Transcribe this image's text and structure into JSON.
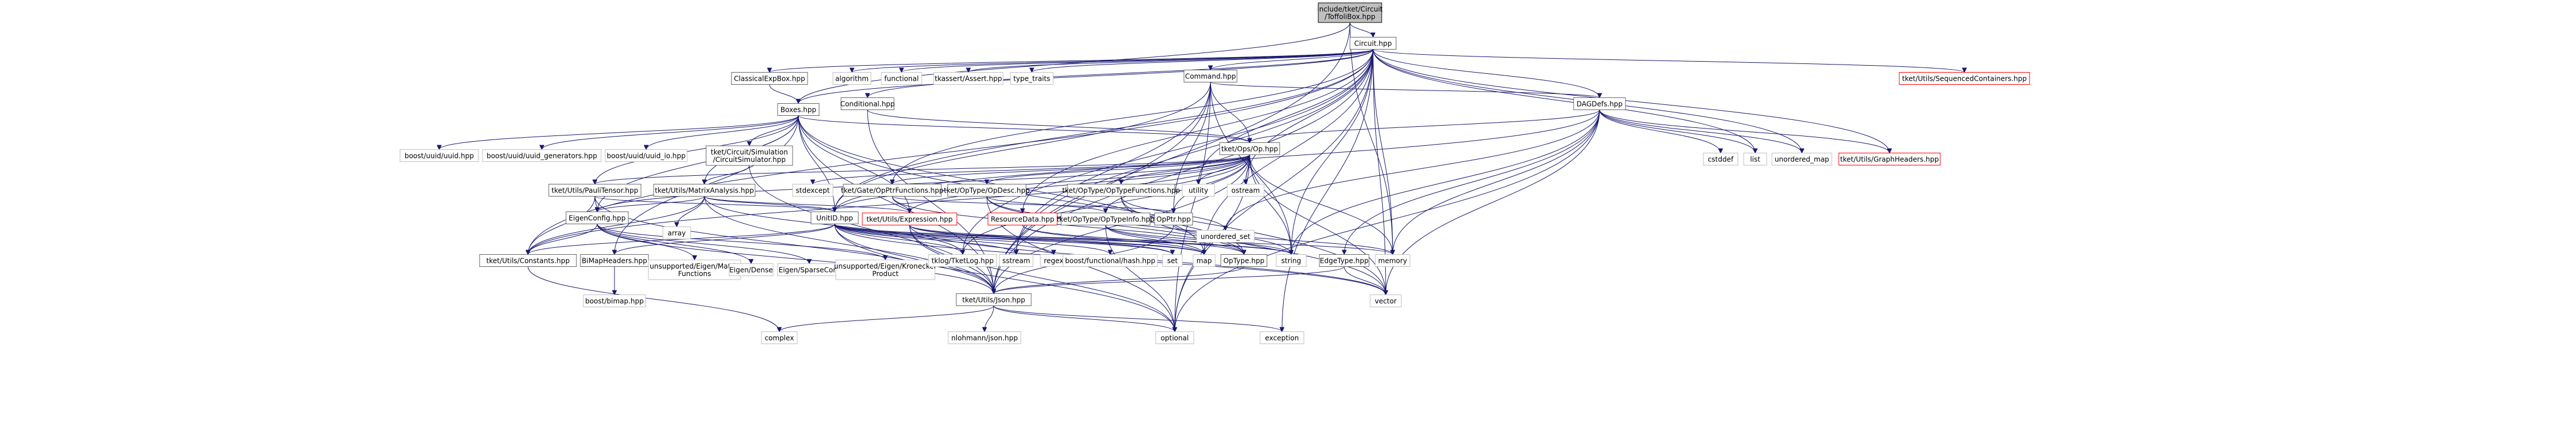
{
  "graph": {
    "nodes": [
      {
        "id": "root",
        "lines": [
          "include/tket/Circuit",
          "/ToffoliBox.hpp"
        ],
        "kind": "root"
      },
      {
        "id": "circuit",
        "lines": [
          "Circuit.hpp"
        ],
        "kind": "linked"
      },
      {
        "id": "classicalexpbox",
        "lines": [
          "ClassicalExpBox.hpp"
        ],
        "kind": "linked"
      },
      {
        "id": "algorithm",
        "lines": [
          "algorithm"
        ],
        "kind": "ext"
      },
      {
        "id": "functional",
        "lines": [
          "functional"
        ],
        "kind": "ext"
      },
      {
        "id": "tkassert",
        "lines": [
          "tkassert/Assert.hpp"
        ],
        "kind": "ext"
      },
      {
        "id": "typetraits",
        "lines": [
          "type_traits"
        ],
        "kind": "ext"
      },
      {
        "id": "command",
        "lines": [
          "Command.hpp"
        ],
        "kind": "linked"
      },
      {
        "id": "seqcontainers",
        "lines": [
          "tket/Utils/SequencedContainers.hpp"
        ],
        "kind": "red"
      },
      {
        "id": "boxes",
        "lines": [
          "Boxes.hpp"
        ],
        "kind": "linked"
      },
      {
        "id": "conditional",
        "lines": [
          "Conditional.hpp"
        ],
        "kind": "linked"
      },
      {
        "id": "dagdefs",
        "lines": [
          "DAGDefs.hpp"
        ],
        "kind": "linked"
      },
      {
        "id": "uuid",
        "lines": [
          "boost/uuid/uuid.hpp"
        ],
        "kind": "ext"
      },
      {
        "id": "uuidgen",
        "lines": [
          "boost/uuid/uuid_generators.hpp"
        ],
        "kind": "ext"
      },
      {
        "id": "uuidio",
        "lines": [
          "boost/uuid/uuid_io.hpp"
        ],
        "kind": "ext"
      },
      {
        "id": "circsim",
        "lines": [
          "tket/Circuit/Simulation",
          "/CircuitSimulator.hpp"
        ],
        "kind": "linked"
      },
      {
        "id": "opshpp",
        "lines": [
          "tket/Ops/Op.hpp"
        ],
        "kind": "linked"
      },
      {
        "id": "cstddef",
        "lines": [
          "cstddef"
        ],
        "kind": "ext"
      },
      {
        "id": "list",
        "lines": [
          "list"
        ],
        "kind": "ext"
      },
      {
        "id": "unorderedmap",
        "lines": [
          "unordered_map"
        ],
        "kind": "ext"
      },
      {
        "id": "graphheaders",
        "lines": [
          "tket/Utils/GraphHeaders.hpp"
        ],
        "kind": "red"
      },
      {
        "id": "paulitensor",
        "lines": [
          "tket/Utils/PauliTensor.hpp"
        ],
        "kind": "linked"
      },
      {
        "id": "matrixanalysis",
        "lines": [
          "tket/Utils/MatrixAnalysis.hpp"
        ],
        "kind": "linked"
      },
      {
        "id": "stdexcept",
        "lines": [
          "stdexcept"
        ],
        "kind": "ext"
      },
      {
        "id": "opptrfns",
        "lines": [
          "tket/Gate/OpPtrFunctions.hpp"
        ],
        "kind": "linked"
      },
      {
        "id": "opdesc",
        "lines": [
          "tket/OpType/OpDesc.hpp"
        ],
        "kind": "linked"
      },
      {
        "id": "optypefns",
        "lines": [
          "tket/OpType/OpTypeFunctions.hpp"
        ],
        "kind": "linked"
      },
      {
        "id": "utility",
        "lines": [
          "utility"
        ],
        "kind": "ext"
      },
      {
        "id": "ostream",
        "lines": [
          "ostream"
        ],
        "kind": "ext"
      },
      {
        "id": "eigenconfig",
        "lines": [
          "EigenConfig.hpp"
        ],
        "kind": "linked"
      },
      {
        "id": "unitid",
        "lines": [
          "UnitID.hpp"
        ],
        "kind": "linked"
      },
      {
        "id": "array",
        "lines": [
          "array"
        ],
        "kind": "ext"
      },
      {
        "id": "expression",
        "lines": [
          "tket/Utils/Expression.hpp"
        ],
        "kind": "red"
      },
      {
        "id": "resourcedata",
        "lines": [
          "ResourceData.hpp"
        ],
        "kind": "red"
      },
      {
        "id": "optypeinfo",
        "lines": [
          "tket/OpType/OpTypeInfo.hpp"
        ],
        "kind": "linked"
      },
      {
        "id": "opptr",
        "lines": [
          "OpPtr.hpp"
        ],
        "kind": "linked"
      },
      {
        "id": "unorderedset",
        "lines": [
          "unordered_set"
        ],
        "kind": "ext"
      },
      {
        "id": "constants",
        "lines": [
          "tket/Utils/Constants.hpp"
        ],
        "kind": "linked"
      },
      {
        "id": "bimap",
        "lines": [
          "BiMapHeaders.hpp"
        ],
        "kind": "linked"
      },
      {
        "id": "unsupmatrix",
        "lines": [
          "unsupported/Eigen/Matrix",
          "Functions"
        ],
        "kind": "ext"
      },
      {
        "id": "eigendense",
        "lines": [
          "Eigen/Dense"
        ],
        "kind": "ext"
      },
      {
        "id": "eigensparse",
        "lines": [
          "Eigen/SparseCore"
        ],
        "kind": "ext"
      },
      {
        "id": "unsupkron",
        "lines": [
          "unsupported/Eigen/Kronecker",
          "Product"
        ],
        "kind": "ext"
      },
      {
        "id": "tklog",
        "lines": [
          "tklog/TketLog.hpp"
        ],
        "kind": "ext"
      },
      {
        "id": "sstream",
        "lines": [
          "sstream"
        ],
        "kind": "ext"
      },
      {
        "id": "regex",
        "lines": [
          "regex"
        ],
        "kind": "ext"
      },
      {
        "id": "boosthash",
        "lines": [
          "boost/functional/hash.hpp"
        ],
        "kind": "ext"
      },
      {
        "id": "set",
        "lines": [
          "set"
        ],
        "kind": "ext"
      },
      {
        "id": "map",
        "lines": [
          "map"
        ],
        "kind": "ext"
      },
      {
        "id": "optype",
        "lines": [
          "OpType.hpp"
        ],
        "kind": "linked"
      },
      {
        "id": "string",
        "lines": [
          "string"
        ],
        "kind": "ext"
      },
      {
        "id": "edgetype",
        "lines": [
          "EdgeType.hpp"
        ],
        "kind": "linked"
      },
      {
        "id": "memory",
        "lines": [
          "memory"
        ],
        "kind": "ext"
      },
      {
        "id": "boostbimap",
        "lines": [
          "boost/bimap.hpp"
        ],
        "kind": "ext"
      },
      {
        "id": "json",
        "lines": [
          "tket/Utils/Json.hpp"
        ],
        "kind": "linked"
      },
      {
        "id": "vector",
        "lines": [
          "vector"
        ],
        "kind": "ext"
      },
      {
        "id": "optional",
        "lines": [
          "optional"
        ],
        "kind": "ext"
      },
      {
        "id": "exception",
        "lines": [
          "exception"
        ],
        "kind": "ext"
      },
      {
        "id": "complex",
        "lines": [
          "complex"
        ],
        "kind": "ext"
      },
      {
        "id": "nlohmann",
        "lines": [
          "nlohmann/json.hpp"
        ],
        "kind": "ext"
      }
    ],
    "edges": [
      [
        "root",
        "circuit"
      ],
      [
        "root",
        "boxes"
      ],
      [
        "root",
        "json"
      ],
      [
        "root",
        "memory"
      ],
      [
        "circuit",
        "classicalexpbox"
      ],
      [
        "circuit",
        "algorithm"
      ],
      [
        "circuit",
        "functional"
      ],
      [
        "circuit",
        "tkassert"
      ],
      [
        "circuit",
        "typetraits"
      ],
      [
        "circuit",
        "command"
      ],
      [
        "circuit",
        "seqcontainers"
      ],
      [
        "circuit",
        "boxes"
      ],
      [
        "circuit",
        "conditional"
      ],
      [
        "circuit",
        "dagdefs"
      ],
      [
        "circuit",
        "list"
      ],
      [
        "circuit",
        "unorderedmap"
      ],
      [
        "circuit",
        "graphheaders"
      ],
      [
        "circuit",
        "utility"
      ],
      [
        "circuit",
        "ostream"
      ],
      [
        "circuit",
        "memory"
      ],
      [
        "circuit",
        "vector"
      ],
      [
        "circuit",
        "optional"
      ],
      [
        "circuit",
        "exception"
      ],
      [
        "circuit",
        "unitid"
      ],
      [
        "circuit",
        "opptrfns"
      ],
      [
        "circuit",
        "constants"
      ],
      [
        "circuit",
        "resourcedata"
      ],
      [
        "circuit",
        "sstream"
      ],
      [
        "circuit",
        "map"
      ],
      [
        "circuit",
        "string"
      ],
      [
        "circuit",
        "tklog"
      ],
      [
        "circuit",
        "json"
      ],
      [
        "classicalexpbox",
        "boxes"
      ],
      [
        "command",
        "dagdefs"
      ],
      [
        "command",
        "opshpp"
      ],
      [
        "command",
        "unitid"
      ],
      [
        "command",
        "json"
      ],
      [
        "command",
        "sstream"
      ],
      [
        "command",
        "string"
      ],
      [
        "command",
        "optional"
      ],
      [
        "command",
        "opptr"
      ],
      [
        "boxes",
        "uuid"
      ],
      [
        "boxes",
        "uuidgen"
      ],
      [
        "boxes",
        "uuidio"
      ],
      [
        "boxes",
        "circsim"
      ],
      [
        "boxes",
        "opshpp"
      ],
      [
        "boxes",
        "matrixanalysis"
      ],
      [
        "boxes",
        "paulitensor"
      ],
      [
        "boxes",
        "eigenconfig"
      ],
      [
        "boxes",
        "unitid"
      ],
      [
        "boxes",
        "bimap"
      ],
      [
        "boxes",
        "expression"
      ],
      [
        "boxes",
        "json"
      ],
      [
        "boxes",
        "map"
      ],
      [
        "boxes",
        "vector"
      ],
      [
        "conditional",
        "opshpp"
      ],
      [
        "conditional",
        "json"
      ],
      [
        "dagdefs",
        "opshpp"
      ],
      [
        "dagdefs",
        "cstddef"
      ],
      [
        "dagdefs",
        "list"
      ],
      [
        "dagdefs",
        "unorderedmap"
      ],
      [
        "dagdefs",
        "graphheaders"
      ],
      [
        "dagdefs",
        "edgetype"
      ],
      [
        "dagdefs",
        "unitid"
      ],
      [
        "dagdefs",
        "memory"
      ],
      [
        "dagdefs",
        "vector"
      ],
      [
        "dagdefs",
        "optional"
      ],
      [
        "dagdefs",
        "string"
      ],
      [
        "dagdefs",
        "unorderedset"
      ],
      [
        "circsim",
        "matrixanalysis"
      ],
      [
        "circsim",
        "json"
      ],
      [
        "opshpp",
        "stdexcept"
      ],
      [
        "opshpp",
        "opptrfns"
      ],
      [
        "opshpp",
        "opdesc"
      ],
      [
        "opshpp",
        "optypefns"
      ],
      [
        "opshpp",
        "utility"
      ],
      [
        "opshpp",
        "ostream"
      ],
      [
        "opshpp",
        "paulitensor"
      ],
      [
        "opshpp",
        "unitid"
      ],
      [
        "opshpp",
        "expression"
      ],
      [
        "opshpp",
        "optypeinfo"
      ],
      [
        "opshpp",
        "opptr"
      ],
      [
        "opshpp",
        "constants"
      ],
      [
        "opshpp",
        "json"
      ],
      [
        "opshpp",
        "string"
      ],
      [
        "opshpp",
        "optional"
      ],
      [
        "opshpp",
        "memory"
      ],
      [
        "opshpp",
        "vector"
      ],
      [
        "opshpp",
        "eigenconfig"
      ],
      [
        "opshpp",
        "tklog"
      ],
      [
        "paulitensor",
        "eigenconfig"
      ],
      [
        "paulitensor",
        "unitid"
      ],
      [
        "paulitensor",
        "constants"
      ],
      [
        "paulitensor",
        "json"
      ],
      [
        "matrixanalysis",
        "eigenconfig"
      ],
      [
        "matrixanalysis",
        "unitid"
      ],
      [
        "matrixanalysis",
        "array"
      ],
      [
        "matrixanalysis",
        "constants"
      ],
      [
        "matrixanalysis",
        "tklog"
      ],
      [
        "matrixanalysis",
        "expression"
      ],
      [
        "matrixanalysis",
        "json"
      ],
      [
        "opptrfns",
        "expression"
      ],
      [
        "opptrfns",
        "opptr"
      ],
      [
        "opptrfns",
        "optype"
      ],
      [
        "opdesc",
        "optypeinfo"
      ],
      [
        "opdesc",
        "optype"
      ],
      [
        "opdesc",
        "optional"
      ],
      [
        "opdesc",
        "string"
      ],
      [
        "optypefns",
        "optype"
      ],
      [
        "optypefns",
        "vector"
      ],
      [
        "optypefns",
        "unorderedset"
      ],
      [
        "eigenconfig",
        "unsupmatrix"
      ],
      [
        "eigenconfig",
        "eigendense"
      ],
      [
        "eigenconfig",
        "eigensparse"
      ],
      [
        "eigenconfig",
        "unsupkron"
      ],
      [
        "eigenconfig",
        "json"
      ],
      [
        "eigenconfig",
        "constants"
      ],
      [
        "unitid",
        "bimap"
      ],
      [
        "unitid",
        "constants"
      ],
      [
        "unitid",
        "tklog"
      ],
      [
        "unitid",
        "sstream"
      ],
      [
        "unitid",
        "regex"
      ],
      [
        "unitid",
        "boosthash"
      ],
      [
        "unitid",
        "set"
      ],
      [
        "unitid",
        "map"
      ],
      [
        "unitid",
        "string"
      ],
      [
        "unitid",
        "json"
      ],
      [
        "unitid",
        "optional"
      ],
      [
        "unitid",
        "memory"
      ],
      [
        "unitid",
        "vector"
      ],
      [
        "expression",
        "json"
      ],
      [
        "expression",
        "set"
      ],
      [
        "expression",
        "map"
      ],
      [
        "expression",
        "string"
      ],
      [
        "expression",
        "optional"
      ],
      [
        "expression",
        "vector"
      ],
      [
        "resourcedata",
        "map"
      ],
      [
        "resourcedata",
        "optype"
      ],
      [
        "optypeinfo",
        "optype"
      ],
      [
        "optypeinfo",
        "map"
      ],
      [
        "optypeinfo",
        "string"
      ],
      [
        "optypeinfo",
        "optional"
      ],
      [
        "opptr",
        "memory"
      ],
      [
        "opptr",
        "json"
      ],
      [
        "constants",
        "complex"
      ],
      [
        "bimap",
        "boostbimap"
      ],
      [
        "optype",
        "json"
      ],
      [
        "edgetype",
        "vector"
      ],
      [
        "edgetype",
        "json"
      ],
      [
        "json",
        "nlohmann"
      ],
      [
        "json",
        "complex"
      ],
      [
        "json",
        "optional"
      ],
      [
        "json",
        "exception"
      ]
    ]
  }
}
